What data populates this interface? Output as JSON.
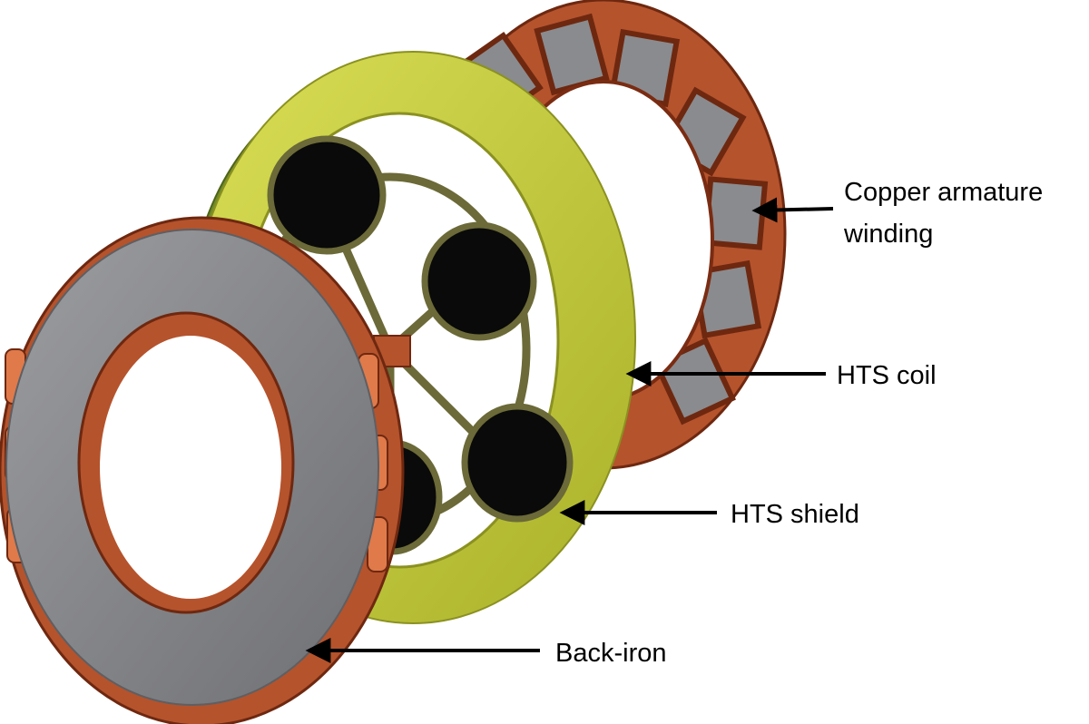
{
  "labels": {
    "copper_line1": "Copper armature",
    "copper_line2": "winding",
    "hts_coil": "HTS coil",
    "hts_shield": "HTS shield",
    "back_iron": "Back-iron"
  },
  "colors": {
    "copper": "#b5532c",
    "copper_dark": "#7a2c12",
    "copper_light": "#e07a4a",
    "steel": "#8a8b8e",
    "steel_dark": "#5e5f63",
    "coil_yellow": "#c9cf3a",
    "coil_green": "#6f8a2a",
    "shield_black": "#0a0a0a",
    "frame_olive": "#6b6a38",
    "arrow": "#000000"
  }
}
